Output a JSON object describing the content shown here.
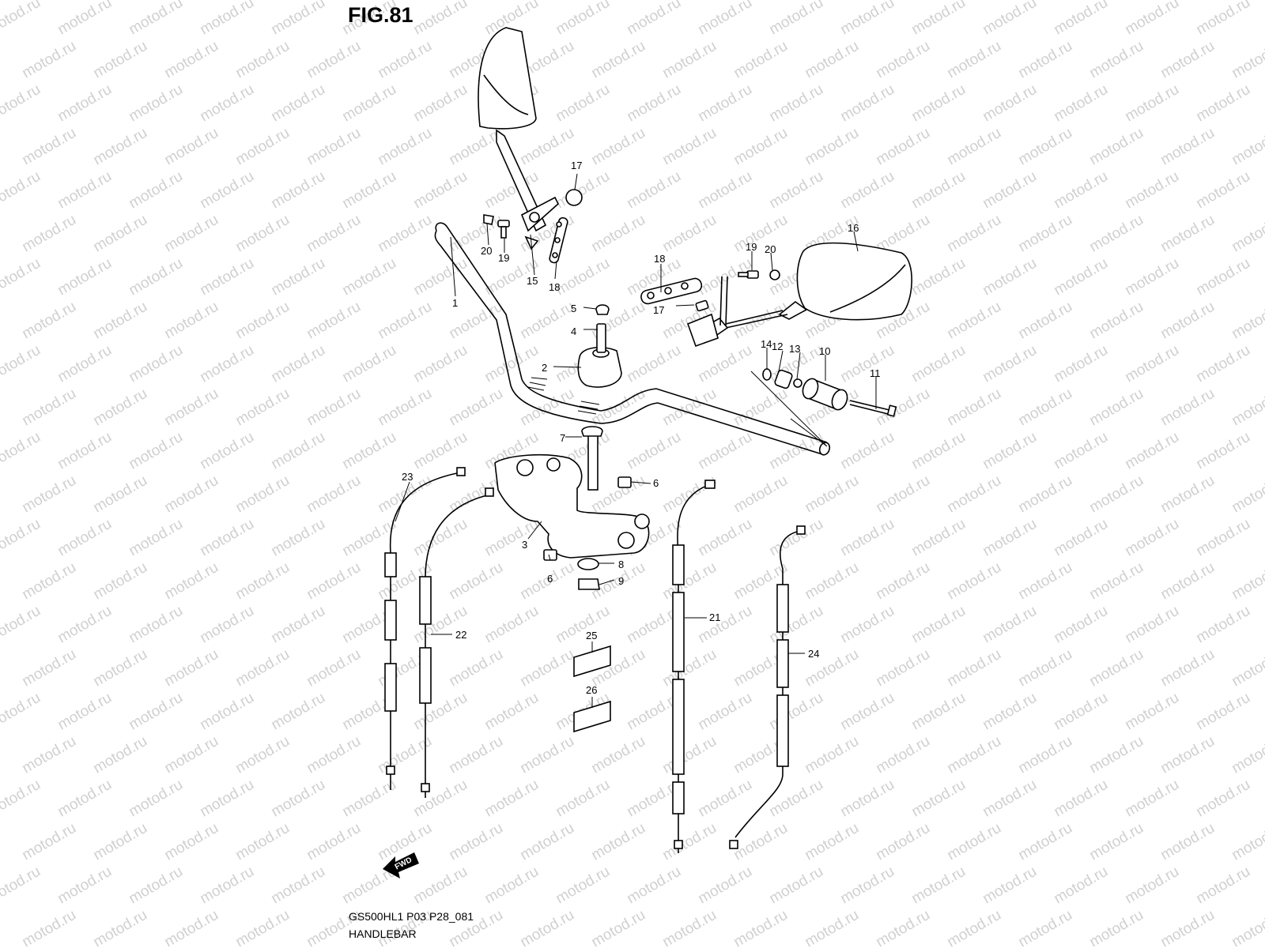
{
  "figure": {
    "title": "FIG.81",
    "model_code": "GS500HL1 P03 P28_081",
    "section_name": "HANDLEBAR"
  },
  "watermark": {
    "text": "motod.ru",
    "color": "#d0d0d0"
  },
  "fwd_label": "FWD",
  "callouts": [
    "1",
    "2",
    "3",
    "4",
    "5",
    "6",
    "6",
    "7",
    "8",
    "9",
    "10",
    "11",
    "12",
    "13",
    "14",
    "15",
    "16",
    "17",
    "17",
    "18",
    "18",
    "19",
    "19",
    "20",
    "20",
    "21",
    "22",
    "23",
    "24",
    "25",
    "26"
  ]
}
